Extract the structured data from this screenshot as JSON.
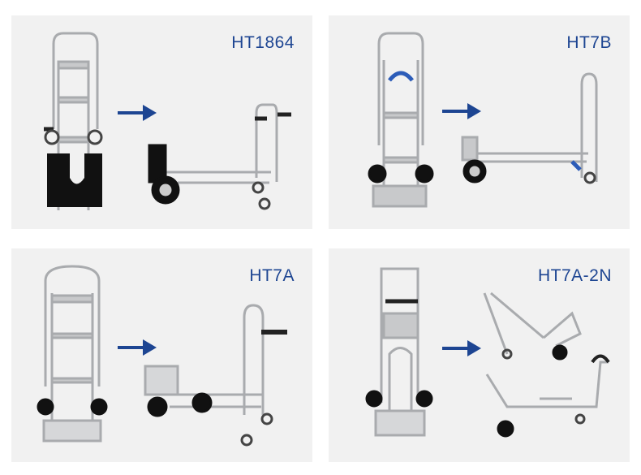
{
  "products": [
    {
      "model": "HT1864"
    },
    {
      "model": "HT7B"
    },
    {
      "model": "HT7A"
    },
    {
      "model": "HT7A-2N"
    }
  ],
  "colors": {
    "label": "#1d4592",
    "arrow": "#1d4592",
    "panel": "#f1f1f1"
  }
}
